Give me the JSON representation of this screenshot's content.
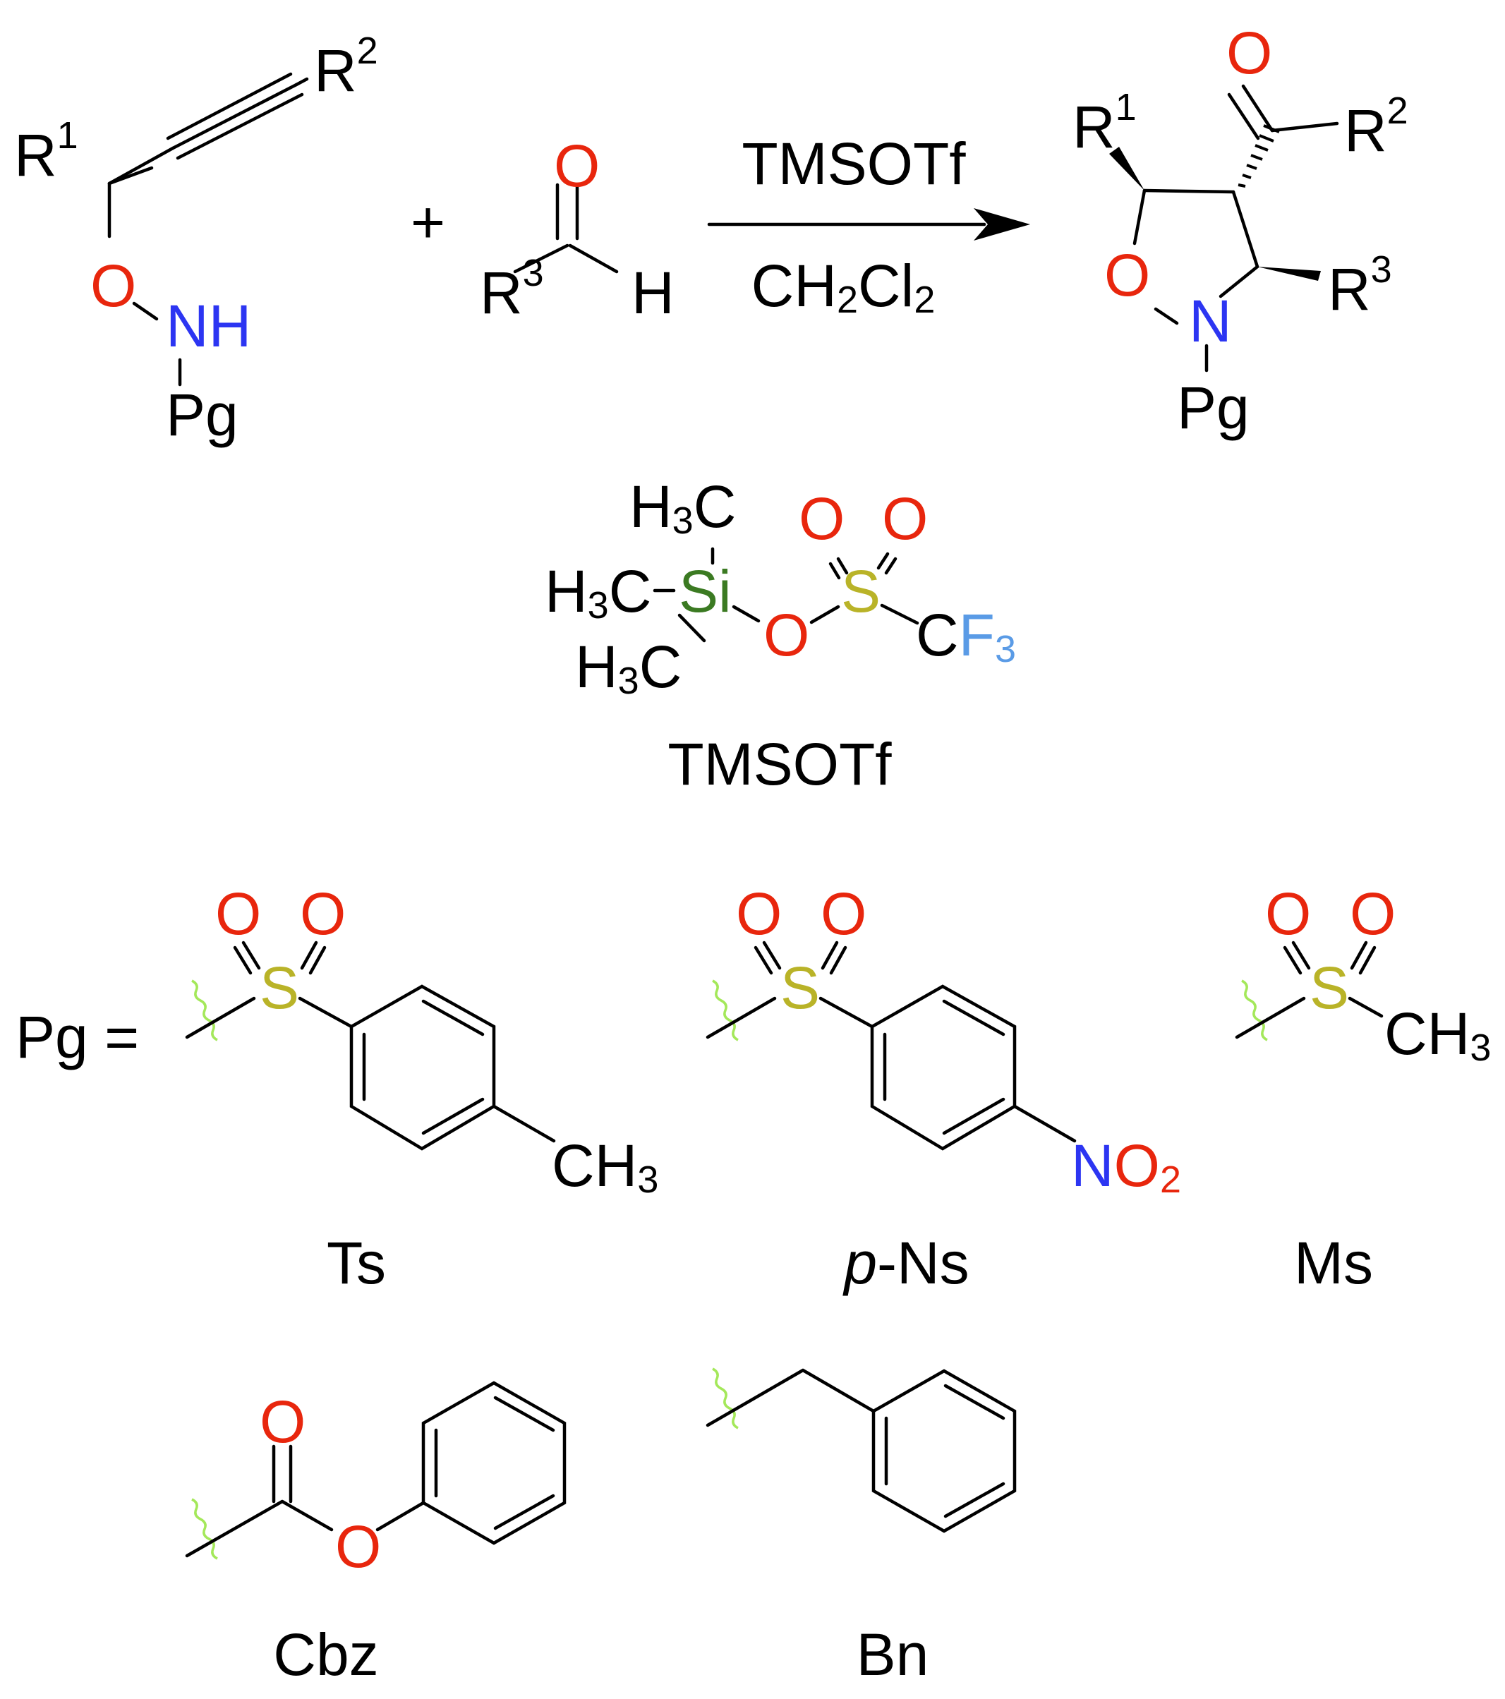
{
  "colors": {
    "oxygen": "#e8260d",
    "nitrogen": "#2c35f2",
    "sulfur": "#b9b328",
    "silicon": "#3b7a22",
    "fluorine": "#5a9be6",
    "attachment_wavy": "#a4e85a",
    "bond": "#000000"
  },
  "reaction": {
    "plus": "+",
    "reagent": "TMSOTf",
    "solvent": {
      "text": "CH",
      "sub1": "2",
      "text2": "Cl",
      "sub2": "2"
    },
    "substrate": {
      "R1": "R",
      "R1_sup": "1",
      "R2": "R",
      "R2_sup": "2",
      "O": "O",
      "NH": "NH",
      "Pg": "Pg"
    },
    "aldehyde": {
      "O": "O",
      "H": "H",
      "R3": "R",
      "R3_sup": "3"
    },
    "product": {
      "O_carbonyl": "O",
      "R1": "R",
      "R1_sup": "1",
      "R2": "R",
      "R2_sup": "2",
      "R3": "R",
      "R3_sup": "3",
      "O_ring": "O",
      "N_ring": "N",
      "Pg": "Pg"
    }
  },
  "tmsotf": {
    "name": "TMSOTf",
    "methyl": {
      "H": "H",
      "sub": "3",
      "C": "C"
    },
    "Si": "Si",
    "O": "O",
    "S": "S",
    "O_top": "O",
    "C": "C",
    "F": "F",
    "F_sub": "3"
  },
  "pg": {
    "label": "Pg =",
    "groups": [
      {
        "name": "Ts",
        "substituent": {
          "C": "CH",
          "sub": "3"
        }
      },
      {
        "name_prefix": "p",
        "name_rest": "-Ns",
        "substituent": {
          "N": "N",
          "O": "O",
          "sub": "2"
        }
      },
      {
        "name": "Ms",
        "substituent": {
          "C": "CH",
          "sub": "3"
        }
      },
      {
        "name": "Cbz",
        "O": "O"
      },
      {
        "name": "Bn"
      }
    ]
  }
}
